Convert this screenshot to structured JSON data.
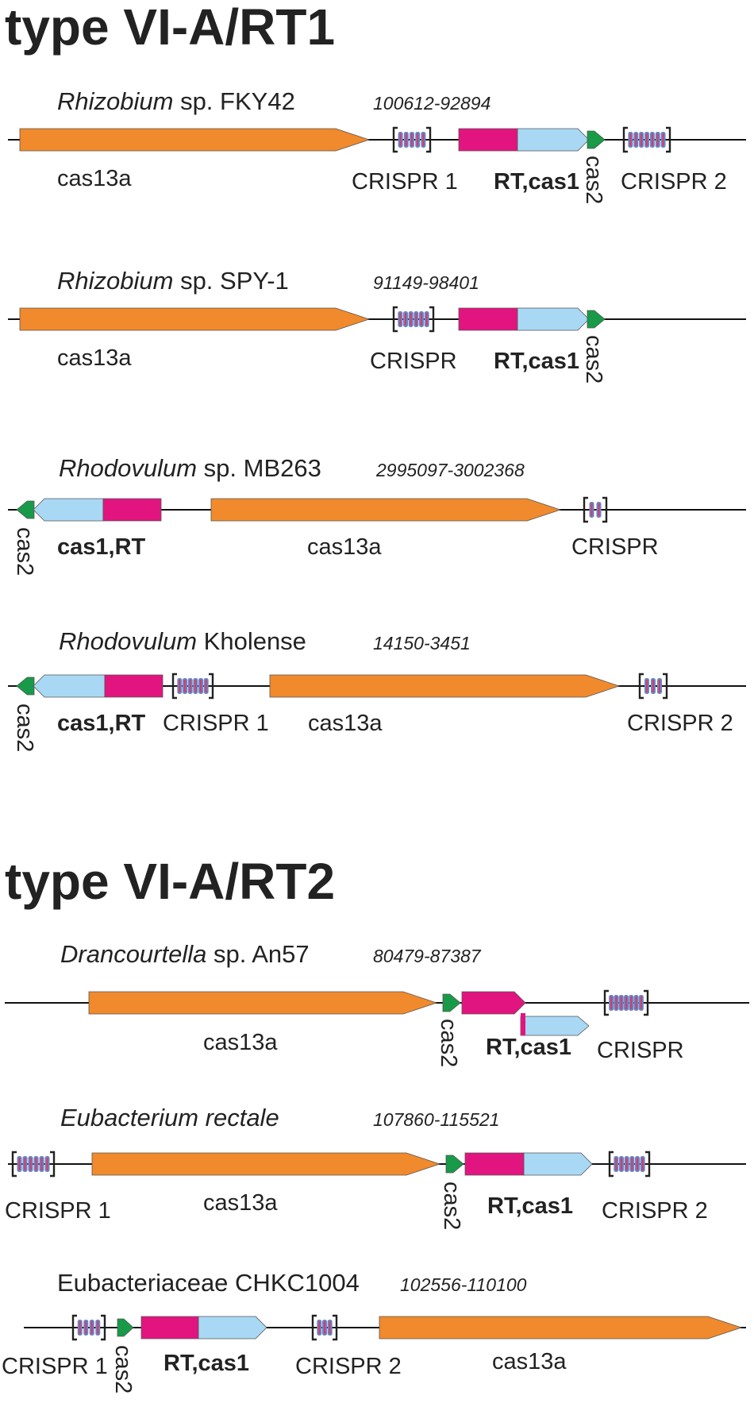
{
  "colors": {
    "cas13a": "#f08a2c",
    "rt": "#e2147f",
    "cas1": "#a8d8f4",
    "cas2": "#189a48",
    "crispr_repeat": "#6a86c4",
    "crispr_spacer": "#d43a6a",
    "line": "#111111"
  },
  "sections": [
    {
      "title": "type VI-A/RT1",
      "loci": [
        {
          "organism_italic": "Rhizobium",
          "organism_rest": " sp. FKY42",
          "coords": "100612-92894",
          "labels": [
            "cas13a",
            "CRISPR 1",
            "RT,cas1",
            "cas2",
            "CRISPR 2"
          ]
        },
        {
          "organism_italic": "Rhizobium",
          "organism_rest": " sp. SPY-1",
          "coords": "91149-98401",
          "labels": [
            "cas13a",
            "CRISPR",
            "RT,cas1",
            "cas2"
          ]
        },
        {
          "organism_italic": "Rhodovulum",
          "organism_rest": " sp. MB263",
          "coords": "2995097-3002368",
          "labels": [
            "cas2",
            "cas1,RT",
            "cas13a",
            "CRISPR"
          ]
        },
        {
          "organism_italic": "Rhodovulum",
          "organism_rest": " Kholense",
          "coords": "14150-3451",
          "labels": [
            "cas2",
            "cas1,RT",
            "CRISPR 1",
            "cas13a",
            "CRISPR 2"
          ]
        }
      ]
    },
    {
      "title": "type VI-A/RT2",
      "loci": [
        {
          "organism_italic": "Drancourtella",
          "organism_rest": " sp. An57",
          "coords": "80479-87387",
          "labels": [
            "cas13a",
            "cas2",
            "RT,cas1",
            "CRISPR"
          ]
        },
        {
          "organism_italic": "Eubacterium rectale",
          "organism_rest": "",
          "coords": "107860-115521",
          "labels": [
            "CRISPR 1",
            "cas13a",
            "cas2",
            "RT,cas1",
            "CRISPR 2"
          ]
        },
        {
          "organism_italic": "",
          "organism_rest": "Eubacteriaceae CHKC1004",
          "coords": "102556-110100",
          "labels": [
            "CRISPR 1",
            "cas2",
            "RT,cas1",
            "CRISPR 2",
            "cas13a"
          ]
        }
      ]
    }
  ]
}
